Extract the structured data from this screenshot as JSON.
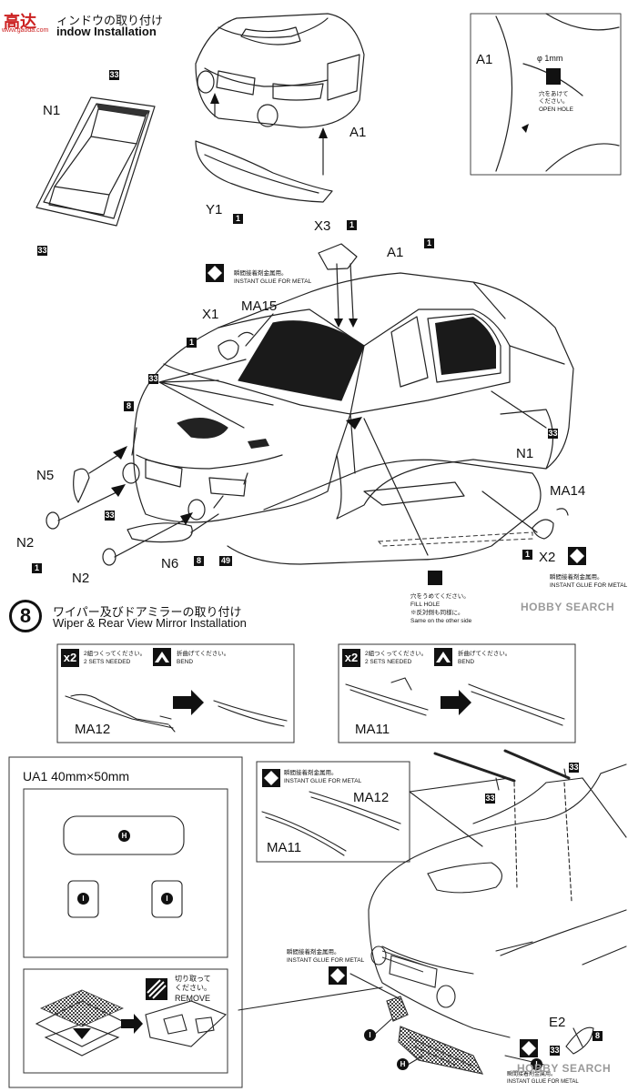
{
  "header": {
    "watermark_logo": "高达",
    "watermark_url": "www.gaoda.com",
    "title_jp": "ィンドウの取り付け",
    "title_en": "indow Installation"
  },
  "step7": {
    "parts": {
      "n1_top": "N1",
      "n1_right": "N1",
      "a1_front": "A1",
      "a1_inset": "A1",
      "a1_car": "A1",
      "y1": "Y1",
      "x1": "X1",
      "x2": "X2",
      "x3": "X3",
      "ma14": "MA14",
      "ma15": "MA15",
      "n2_a": "N2",
      "n2_b": "N2",
      "n5": "N5",
      "n6": "N6"
    },
    "numbers": {
      "n33_a": "33",
      "n33_b": "33",
      "n33_c": "33",
      "n33_d": "33",
      "n33_e": "33",
      "n1_a": "1",
      "n1_b": "1",
      "n1_c": "1",
      "n1_d": "1",
      "n1_e": "1",
      "n1_f": "1",
      "n8_a": "8",
      "n8_b": "8",
      "n49": "49"
    },
    "inset": {
      "hole_size": "φ 1mm",
      "hole_jp": "穴をあけて\nください。",
      "hole_en": "OPEN HOLE"
    },
    "glue_jp": "瞬間接着剤金属用。",
    "glue_en": "INSTANT GLUE FOR METAL",
    "fill_jp": "穴をうめてください。",
    "fill_en": "FILL HOLE",
    "same_jp": "※反対側も同様に。",
    "same_en": "Same on the other side"
  },
  "step8": {
    "number": "8",
    "title_jp": "ワイパー及びドアミラーの取り付け",
    "title_en": "Wiper & Rear View Mirror Installation",
    "box_left": {
      "multiplier": "x2",
      "sets_jp": "2組つくってください。",
      "sets_en": "2 SETS NEEDED",
      "bend_jp": "折曲げてください。",
      "bend_en": "BEND",
      "part": "MA12"
    },
    "box_right": {
      "multiplier": "x2",
      "sets_jp": "2組つくってください。",
      "sets_en": "2 SETS NEEDED",
      "bend_jp": "折曲げてください。",
      "bend_en": "BEND",
      "part": "MA11"
    },
    "glue_box": {
      "glue_jp": "瞬間接着剤金属用。",
      "glue_en": "INSTANT GLUE FOR METAL",
      "ma12": "MA12",
      "ma11": "MA11"
    },
    "ua1": {
      "label": "UA1  40mm×50mm",
      "mark_h": "H",
      "mark_i1": "I",
      "mark_i2": "I",
      "cut_jp": "切り取って\nください。",
      "cut_en": "REMOVE"
    },
    "car": {
      "glue_jp": "瞬間接着剤金属用。",
      "glue_en": "INSTANT GLUE FOR METAL",
      "n33_a": "33",
      "n33_b": "33",
      "n33_c": "33",
      "e2": "E2",
      "n8": "8",
      "mark_i1": "I",
      "mark_i2": "I",
      "mark_h": "H",
      "glue2_jp": "瞬間接着剤金属用。",
      "glue2_en": "INSTANT GLUE FOR METAL"
    }
  },
  "watermarks": {
    "hobby": "HOBBY SEARCH",
    "hobby2": "HOBBY SEARCH"
  },
  "colors": {
    "ink": "#111111",
    "line": "#333333",
    "watermark": "#9a9a9a"
  }
}
